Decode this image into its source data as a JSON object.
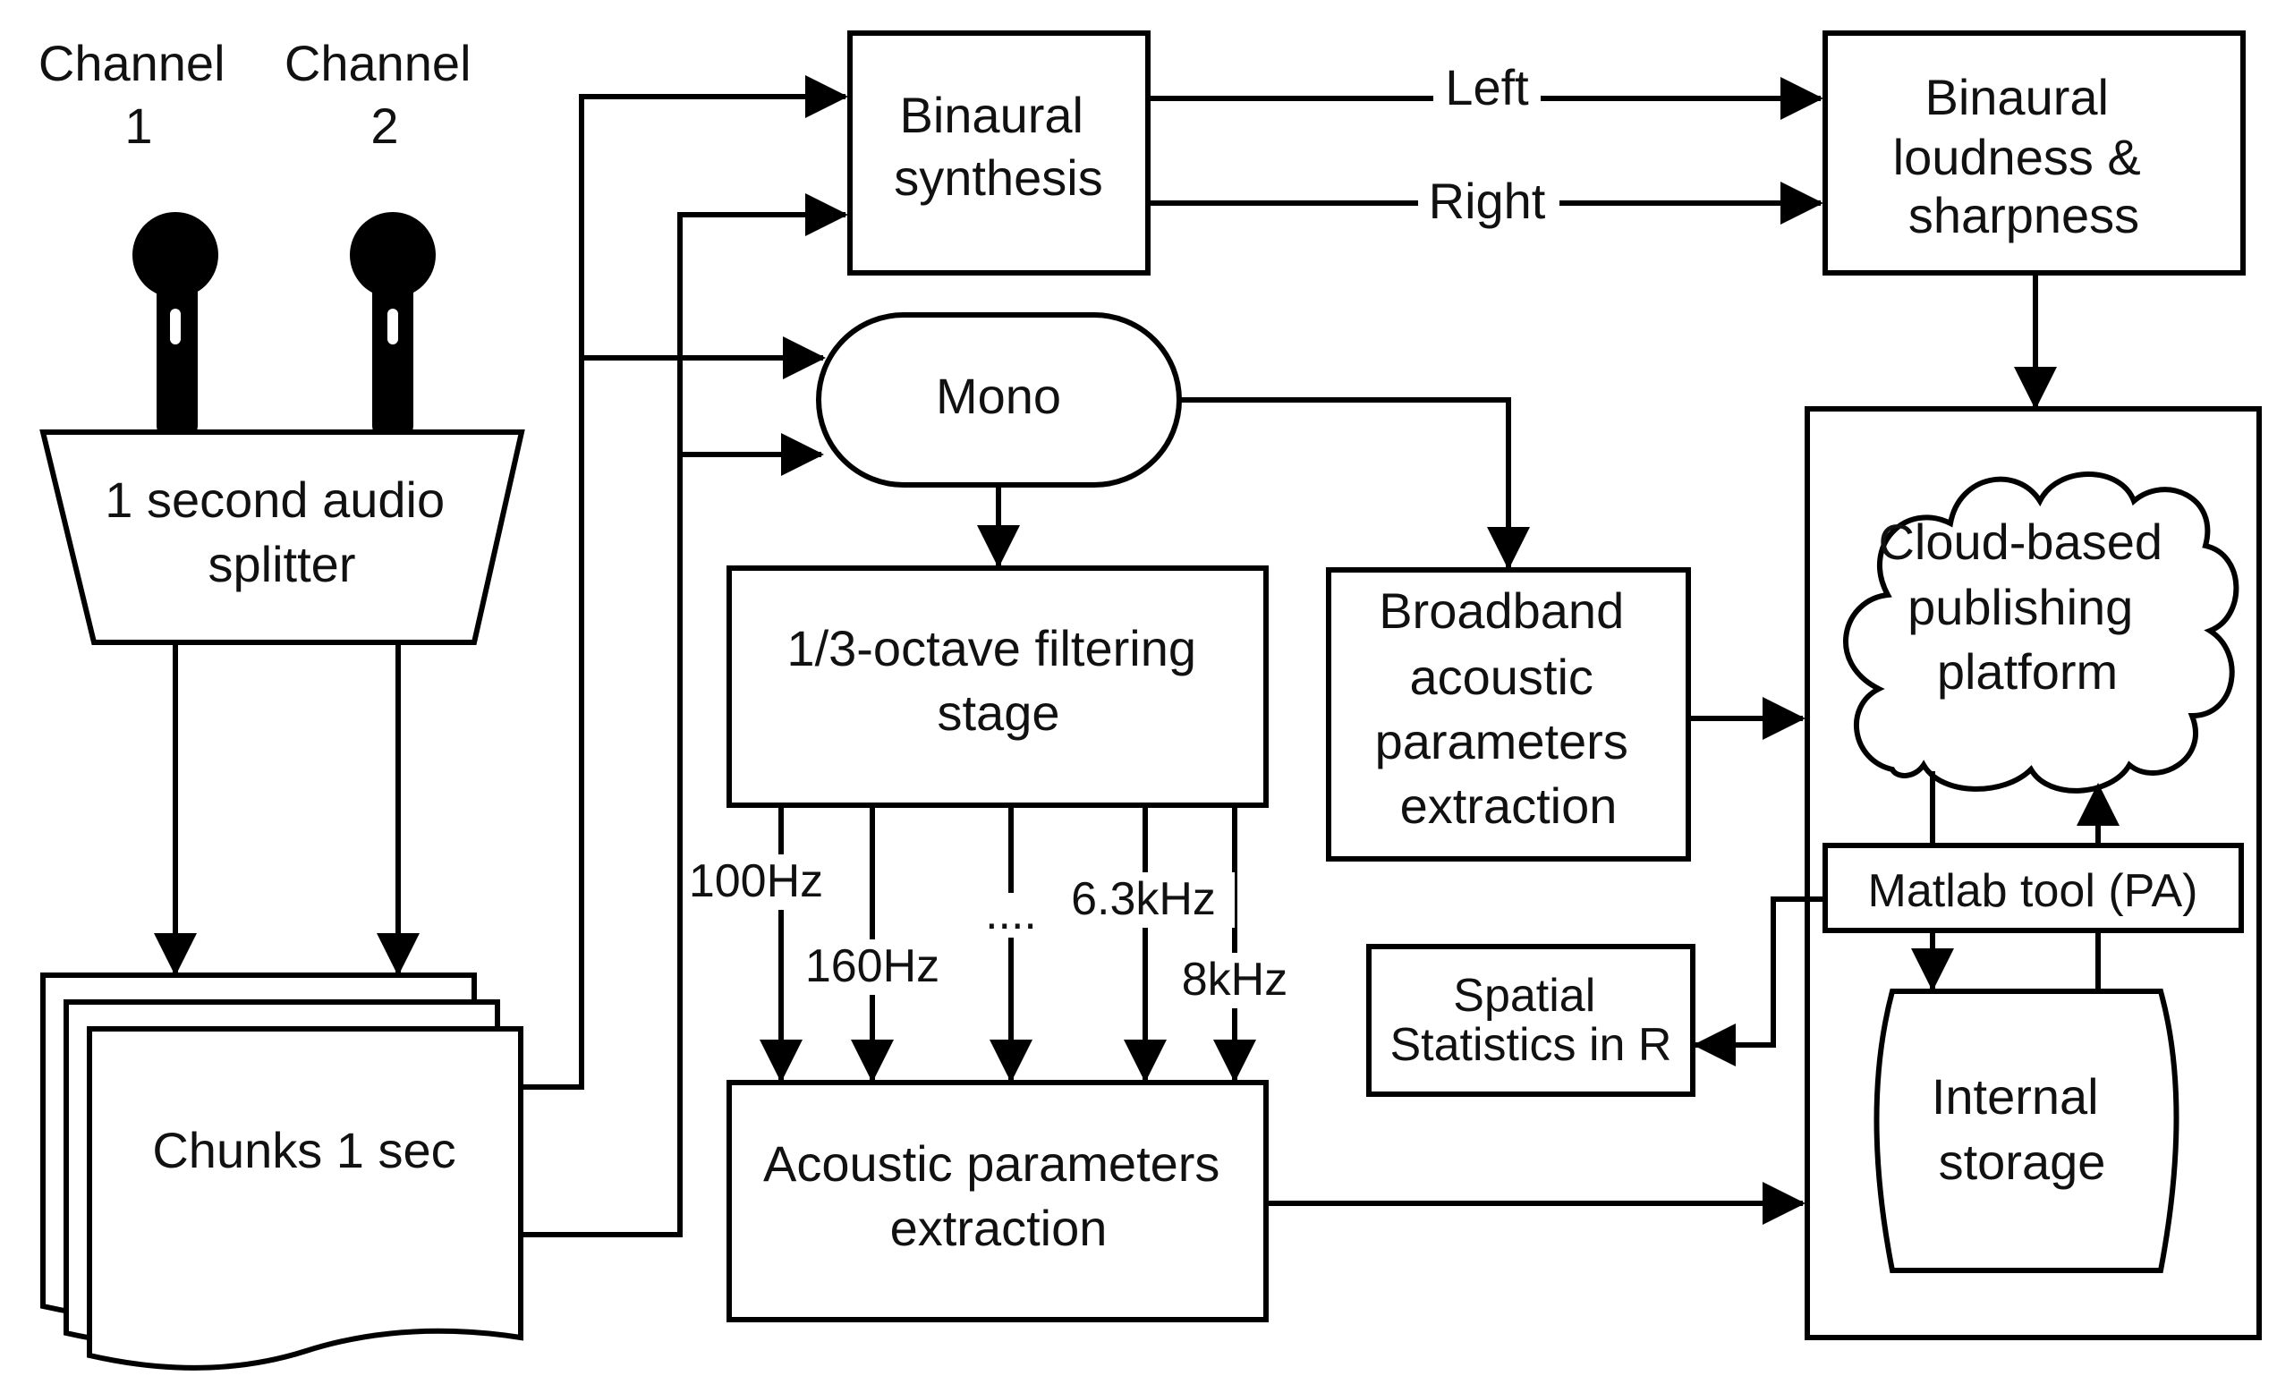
{
  "colors": {
    "stroke": "#000000",
    "background": "#ffffff",
    "text": "#111111"
  },
  "icons": {
    "microphone": "microphone-icon"
  },
  "inputs": {
    "channel1": [
      "Channel",
      "1"
    ],
    "channel2": [
      "Channel",
      "2"
    ]
  },
  "nodes": {
    "splitter": [
      "1 second audio",
      "splitter"
    ],
    "chunks": [
      "Chunks 1 sec"
    ],
    "binaural_synthesis": [
      "Binaural",
      "synthesis"
    ],
    "mono": [
      "Mono"
    ],
    "octave_filter": [
      "1/3-octave filtering",
      "stage"
    ],
    "broadband": [
      "Broadband",
      "acoustic",
      "parameters",
      "extraction"
    ],
    "binaural_loudness": [
      "Binaural",
      "loudness &",
      "sharpness"
    ],
    "acoustic_params": [
      "Acoustic parameters",
      "extraction"
    ],
    "cloud": [
      "Cloud-based",
      "publishing",
      "platform"
    ],
    "matlab": [
      "Matlab tool (PA)"
    ],
    "storage": [
      "Internal",
      "storage"
    ],
    "spatial": [
      "Spatial",
      "Statistics in R"
    ]
  },
  "edge_labels": {
    "left": "Left",
    "right": "Right",
    "f100": "100Hz",
    "f160": "160Hz",
    "dots": "....",
    "f6300": "6.3kHz",
    "f8000": "8kHz"
  }
}
